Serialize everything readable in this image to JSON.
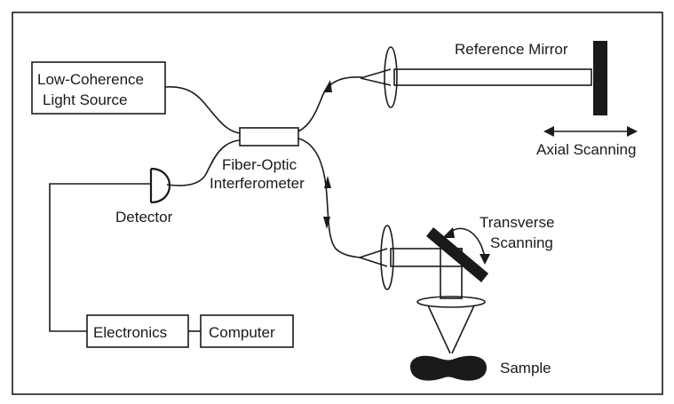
{
  "labels": {
    "light_source_line1": "Low-Coherence",
    "light_source_line2": "Light Source",
    "reference_mirror": "Reference Mirror",
    "axial_scanning": "Axial Scanning",
    "interferometer_line1": "Fiber-Optic",
    "interferometer_line2": "Interferometer",
    "detector": "Detector",
    "transverse_line1": "Transverse",
    "transverse_line2": "Scanning",
    "electronics": "Electronics",
    "computer": "Computer",
    "sample": "Sample"
  },
  "colors": {
    "ink": "#1a1a1a",
    "background": "#ffffff"
  }
}
